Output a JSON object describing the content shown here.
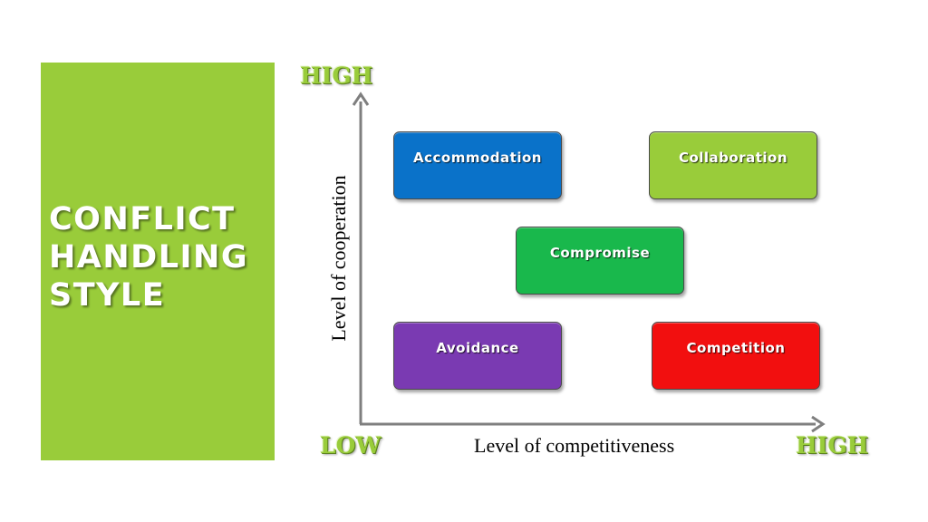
{
  "panel": {
    "title_lines": [
      "CONFLICT",
      "HANDLING",
      "STYLE"
    ],
    "background_color": "#99cc3a",
    "text_color": "#ffffff"
  },
  "axes": {
    "y_high": "HIGH",
    "x_low": "LOW",
    "x_high": "HIGH",
    "y_label": "Level of cooperation",
    "x_label": "Level of competitiveness",
    "marker_color": "#99cc3a",
    "axis_color": "#7f7f7f"
  },
  "styles": [
    {
      "key": "accommodation",
      "label": "Accommodation",
      "color": "#0a72c9"
    },
    {
      "key": "collaboration",
      "label": "Collaboration",
      "color": "#99cc3a"
    },
    {
      "key": "compromise",
      "label": "Compromise",
      "color": "#19b84c"
    },
    {
      "key": "avoidance",
      "label": "Avoidance",
      "color": "#7a3ab2"
    },
    {
      "key": "competition",
      "label": "Competition",
      "color": "#f20f0f"
    }
  ]
}
